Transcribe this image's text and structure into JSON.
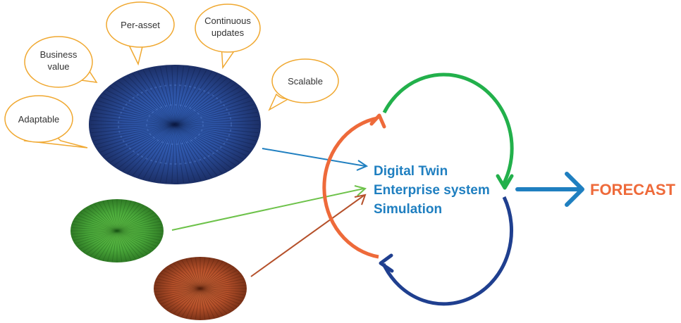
{
  "colors": {
    "bubble_stroke": "#f0a830",
    "blue_disc": "#2b4f9e",
    "green_disc": "#4aa83a",
    "orange_disc": "#b5502a",
    "cycle_green": "#22b04b",
    "cycle_blue": "#1f3f8f",
    "cycle_orange": "#ee6a3a",
    "center_text": "#1f7fc0",
    "forecast_text": "#ee6a3a",
    "forecast_arrow": "#1f7fc0"
  },
  "bubbles": [
    {
      "id": "adaptable",
      "lines": [
        "Adaptable"
      ]
    },
    {
      "id": "business-value",
      "lines": [
        "Business",
        "value"
      ]
    },
    {
      "id": "per-asset",
      "lines": [
        "Per-asset"
      ]
    },
    {
      "id": "continuous-updates",
      "lines": [
        "Continuous",
        "updates"
      ]
    },
    {
      "id": "scalable",
      "lines": [
        "Scalable"
      ]
    }
  ],
  "center": {
    "line1": "Digital Twin",
    "line2": "Enterprise system",
    "line3": "Simulation"
  },
  "output": {
    "label": "FORECAST"
  }
}
